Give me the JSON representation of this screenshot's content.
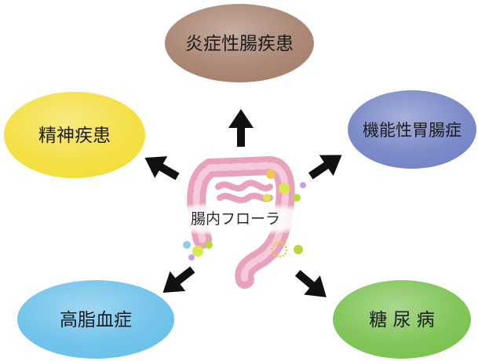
{
  "center": {
    "label": "腸内フローラ",
    "intestine_color": "#e8a2bd",
    "intestine_highlight": "#f5cadb"
  },
  "nodes": {
    "top": {
      "label": "炎症性腸疾患",
      "color": "#a8826f"
    },
    "left": {
      "label": "精神疾患",
      "color": "#f4de3e"
    },
    "right": {
      "label": "機能性胃腸症",
      "color": "#7685c6"
    },
    "bottom_left": {
      "label": "高脂血症",
      "color": "#6cc1ea"
    },
    "bottom_right": {
      "label": "糖 尿 病",
      "color": "#7cc352"
    }
  },
  "arrow_color": "#111111",
  "flora_colors": [
    "#d9e84a",
    "#b8d93a",
    "#f3c64a",
    "#8fd0e8",
    "#c9a0e0"
  ]
}
